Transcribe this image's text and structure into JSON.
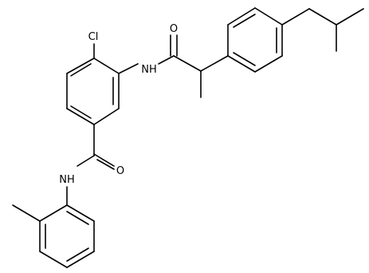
{
  "diagram": {
    "kind": "chemical-structure",
    "background": "#ffffff",
    "bond_color": "#000000",
    "atom_labels": {
      "chlorine": "Cl",
      "amide_nh_upper": "NH",
      "carbonyl_o_upper": "O",
      "amide_nh_lower": "NH",
      "carbonyl_o_lower": "O"
    }
  }
}
